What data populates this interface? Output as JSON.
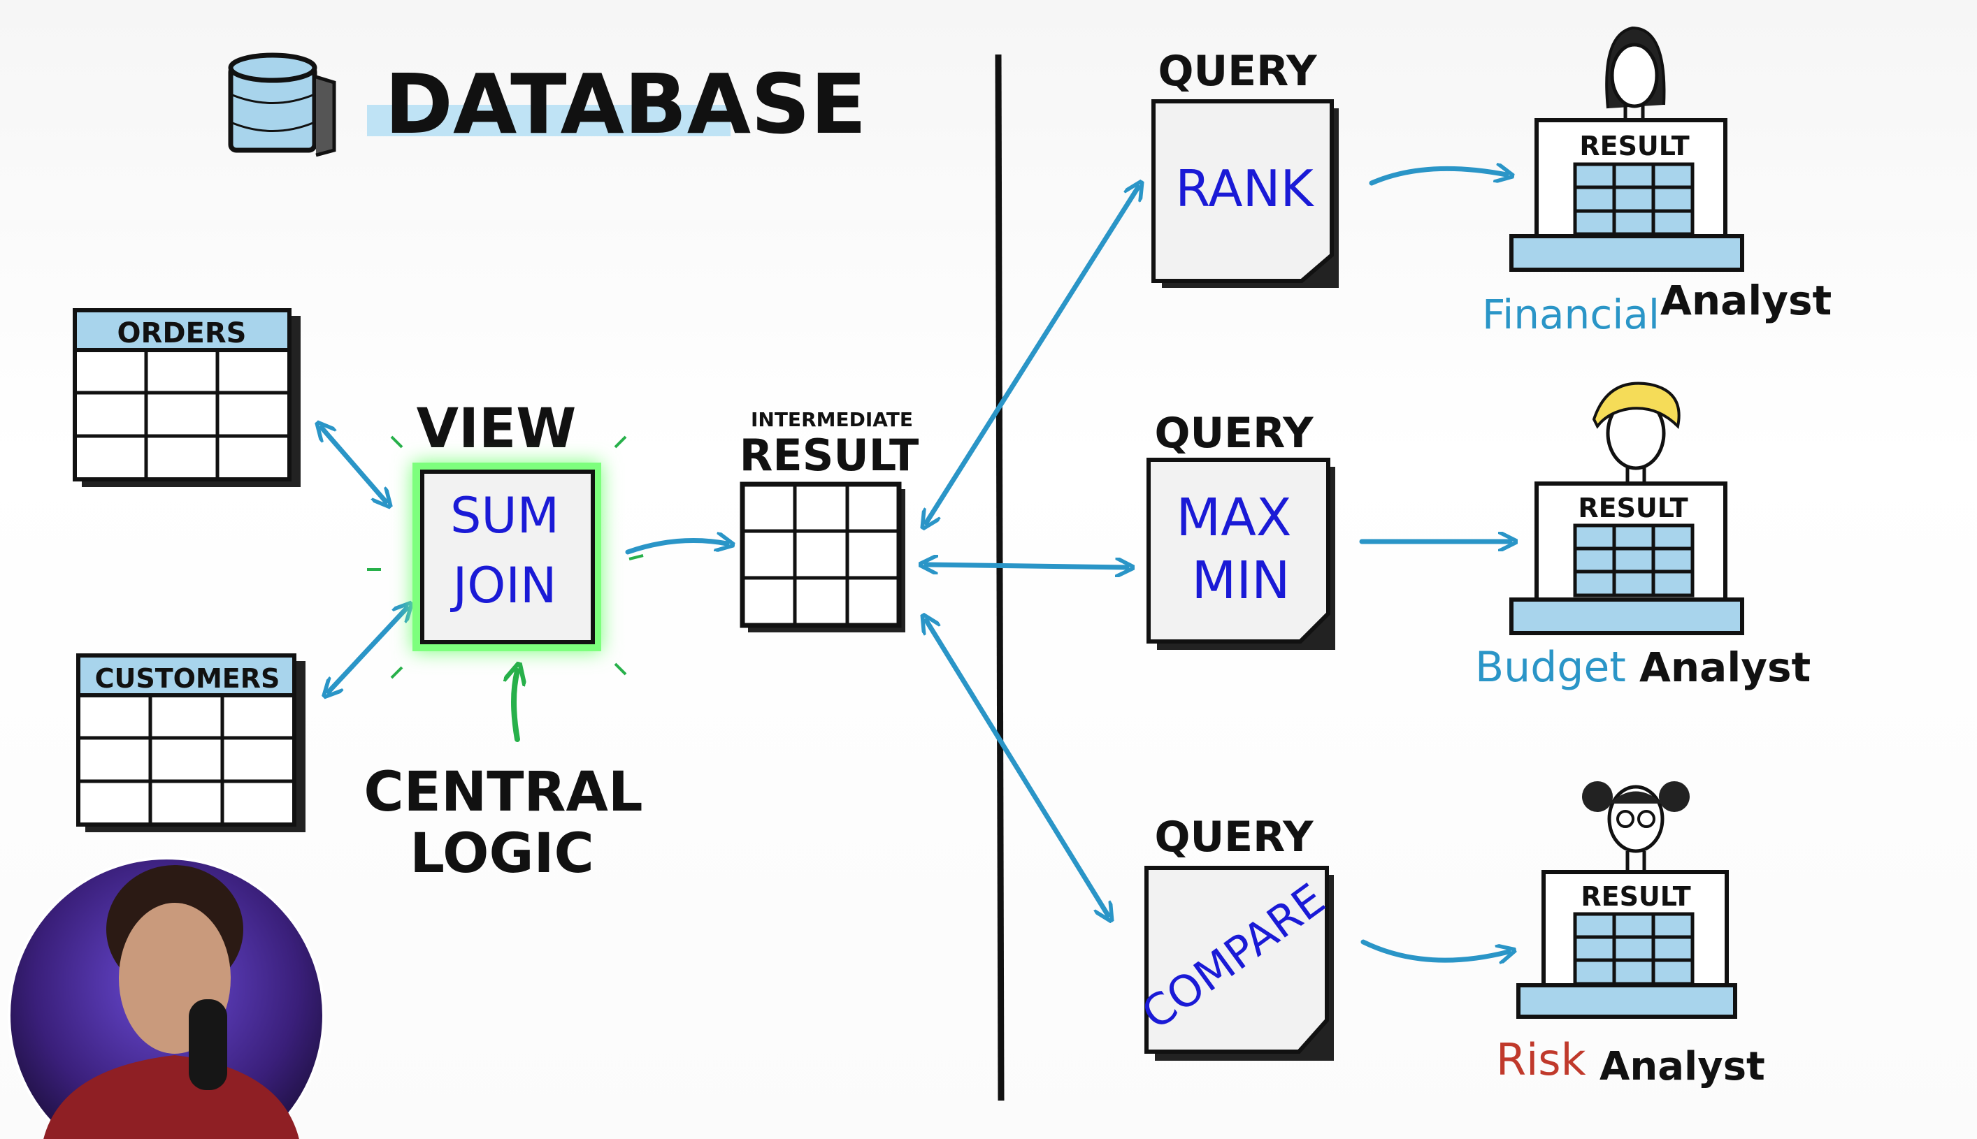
{
  "title": "DATABASE",
  "tables": {
    "orders": "ORDERS",
    "customers": "CUSTOMERS"
  },
  "view": {
    "heading": "VIEW",
    "line1": "SUM",
    "line2": "JOIN"
  },
  "central_logic": {
    "line1": "CENTRAL",
    "line2": "LOGIC"
  },
  "intermediate": {
    "small": "INTERMEDIATE",
    "big": "RESULT"
  },
  "queries": [
    {
      "heading": "QUERY",
      "line1": "RANK",
      "line2": ""
    },
    {
      "heading": "QUERY",
      "line1": "MAX",
      "line2": "MIN"
    },
    {
      "heading": "QUERY",
      "line1": "COMPARE",
      "line2": ""
    }
  ],
  "analysts": [
    {
      "result_label": "RESULT",
      "role": "Financial",
      "suffix": "Analyst",
      "role_color": "#2a95c7"
    },
    {
      "result_label": "RESULT",
      "role": "Budget",
      "suffix": "Analyst",
      "role_color": "#2a95c7"
    },
    {
      "result_label": "RESULT",
      "role": "Risk",
      "suffix": "Analyst",
      "role_color": "#c0392b"
    }
  ],
  "colors": {
    "arrow": "#2a95c7",
    "glow": "#4cff4c",
    "query_text": "#1a1ad6",
    "db_fill": "#a8d4ec"
  }
}
